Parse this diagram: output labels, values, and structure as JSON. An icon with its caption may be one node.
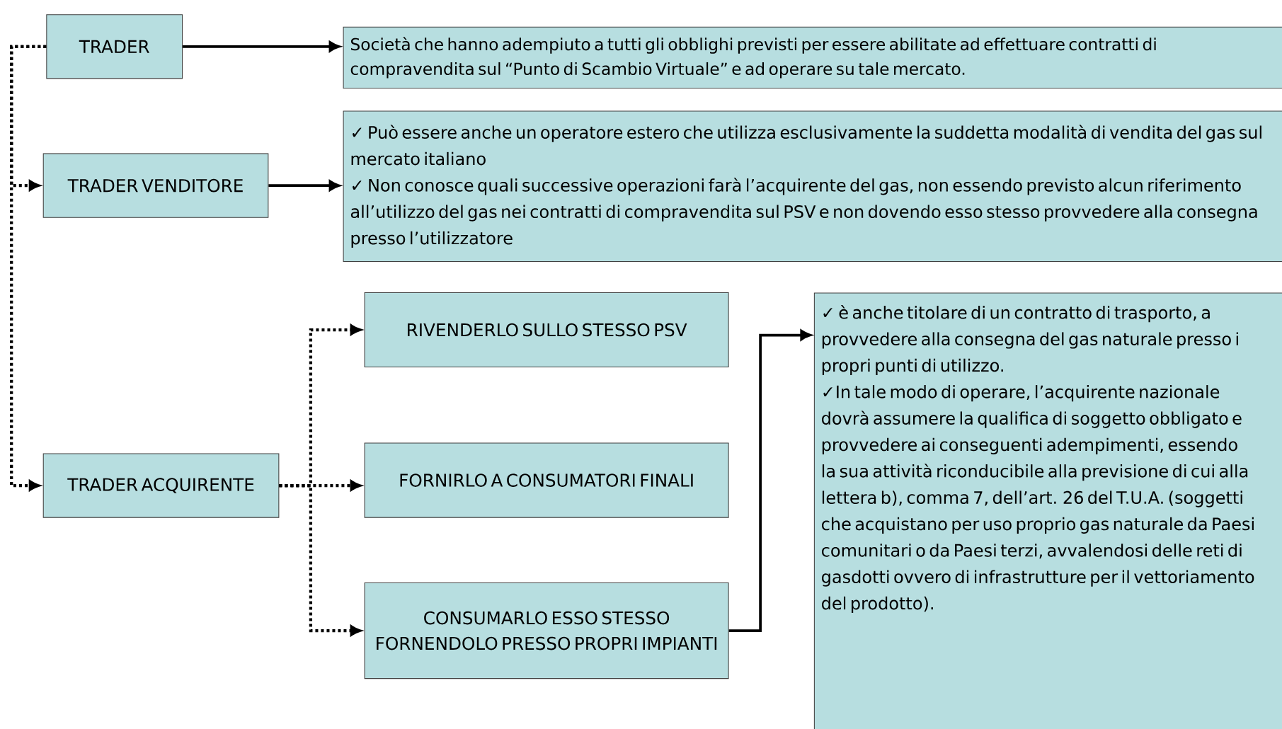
{
  "diagram": {
    "nodes": [
      {
        "text": [
          "TRADER"
        ]
      },
      {
        "text": [
          "Società che hanno adempiuto a tutti gli obblighi previsti per essere abilitate ad effettuare contratti di compravendita sul “Punto di Scambio Virtuale” e ad operare su tale mercato."
        ]
      },
      {
        "text": [
          "TRADER VENDITORE"
        ]
      },
      {
        "text": [
          "✓ Può essere anche un operatore estero che utilizza esclusivamente la suddetta modalità di vendita del gas sul mercato italiano",
          "✓ Non conosce quali successive operazioni farà l’acquirente del gas, non essendo previsto alcun riferimento all’utilizzo del gas nei contratti di compravendita sul PSV e non dovendo esso stesso provvedere alla consegna presso l’utilizzatore"
        ]
      },
      {
        "text": [
          "TRADER ACQUIRENTE"
        ]
      },
      {
        "text": [
          "RIVENDERLO SULLO STESSO PSV"
        ]
      },
      {
        "text": [
          "FORNIRLO A CONSUMATORI FINALI"
        ]
      },
      {
        "text": [
          "CONSUMARLO ESSO STESSO FORNENDOLO PRESSO PROPRI IMPIANTI"
        ]
      },
      {
        "text": [
          "✓ è anche titolare di un contratto di trasporto, a provvedere alla consegna del gas naturale presso i propri punti di utilizzo.",
          "✓In tale modo di operare, l’acquirente nazionale dovrà assumere la qualifica di soggetto obbligato e provvedere ai conseguenti adempimenti, essendo la sua attività riconducibile alla previsione di cui alla lettera b), comma 7, dell’art. 26 del T.U.A. (soggetti che acquistano per uso proprio gas naturale da Paesi comunitari o da Paesi terzi, avvalendosi delle reti di gasdotti ovvero di infrastrutture per il vettoriamento del prodotto)."
        ]
      }
    ],
    "edges": [
      {
        "from": 0,
        "to": 1,
        "arrow": "to"
      },
      {
        "from": 2,
        "to": 3,
        "arrow": "to"
      },
      {
        "from": 0,
        "to": 2,
        "arrow": "to",
        "style": "dashed"
      },
      {
        "from": 0,
        "to": 4,
        "arrow": "to",
        "style": "dashed"
      },
      {
        "from": 4,
        "to": 5,
        "arrow": "to",
        "style": "dashed"
      },
      {
        "from": 4,
        "to": 6,
        "arrow": "to",
        "style": "dashed"
      },
      {
        "from": 4,
        "to": 7,
        "arrow": "to",
        "style": "dashed"
      },
      {
        "from": 7,
        "to": 8,
        "arrow": "to"
      }
    ]
  }
}
